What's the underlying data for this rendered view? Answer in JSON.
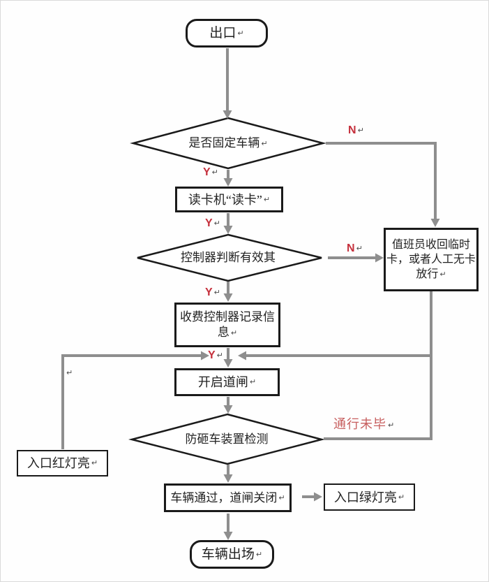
{
  "colors": {
    "background": "#ffffff",
    "box_border": "#1a1a1a",
    "connector_gray": "#8e8e8e",
    "label_red": "#c5303c",
    "note_red": "#c75f5f"
  },
  "marks": {
    "return": "↵"
  },
  "nodes": {
    "start": {
      "label": "出口"
    },
    "decision_fixed": {
      "label": "是否固定车辆"
    },
    "card_reader": {
      "label": "读卡机“读卡”"
    },
    "decision_valid": {
      "label": "控制器判断有效其"
    },
    "record_info": {
      "lines": [
        "收费控制器记录信",
        "息"
      ]
    },
    "attendant": {
      "lines": [
        "值班员收回临时",
        "卡，或者人工无卡",
        "放行"
      ]
    },
    "open_gate": {
      "label": "开启道闸"
    },
    "decision_anti_smash": {
      "label": "防砸车装置检测"
    },
    "red_light": {
      "label": "入口红灯亮"
    },
    "vehicle_pass": {
      "label": "车辆通过，道闸关闭"
    },
    "green_light": {
      "label": "入口绿灯亮"
    },
    "end": {
      "label": "车辆出场"
    }
  },
  "edge_labels": {
    "no1": "N",
    "no2": "N",
    "yes1": "Y",
    "yes2": "Y",
    "yes3": "Y",
    "yes4": "Y",
    "passage_not_finished": "通行未毕"
  }
}
